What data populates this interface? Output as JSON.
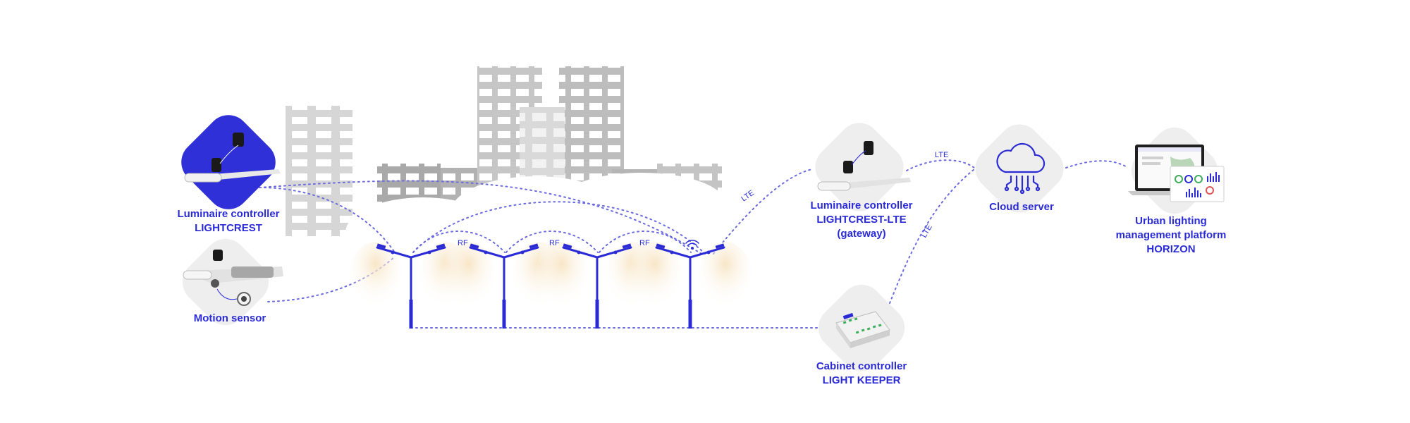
{
  "colors": {
    "accent": "#2b2bd6",
    "building": "#c9c9c9",
    "building_window": "#ffffff",
    "node_bg": "#eeeeee",
    "glow": "#f7e3c0"
  },
  "nodes": {
    "lightcrest": {
      "line1": "Luminaire controller",
      "line2": "LIGHTCREST",
      "icon": "street-lamp-controller-icon"
    },
    "motion_sensor": {
      "line1": "Motion sensor",
      "icon": "motion-sensor-icon"
    },
    "lightcrest_lte": {
      "line1": "Luminaire controller",
      "line2": "LIGHTCREST-LTE",
      "line3": "(gateway)",
      "icon": "street-lamp-controller-icon"
    },
    "cloud_server": {
      "line1": "Cloud server",
      "icon": "cloud-server-icon"
    },
    "horizon": {
      "line1": "Urban lighting",
      "line2": "management platform",
      "line3": "HORIZON",
      "icon": "dashboard-laptop-icon"
    },
    "light_keeper": {
      "line1": "Cabinet controller",
      "line2": "LIGHT KEEPER",
      "icon": "cabinet-controller-icon"
    }
  },
  "links": {
    "rf_1": "RF",
    "rf_2": "RF",
    "rf_3": "RF",
    "lte_gateway": "LTE",
    "lte_cloud": "LTE",
    "lte_cabinet": "LTE"
  }
}
